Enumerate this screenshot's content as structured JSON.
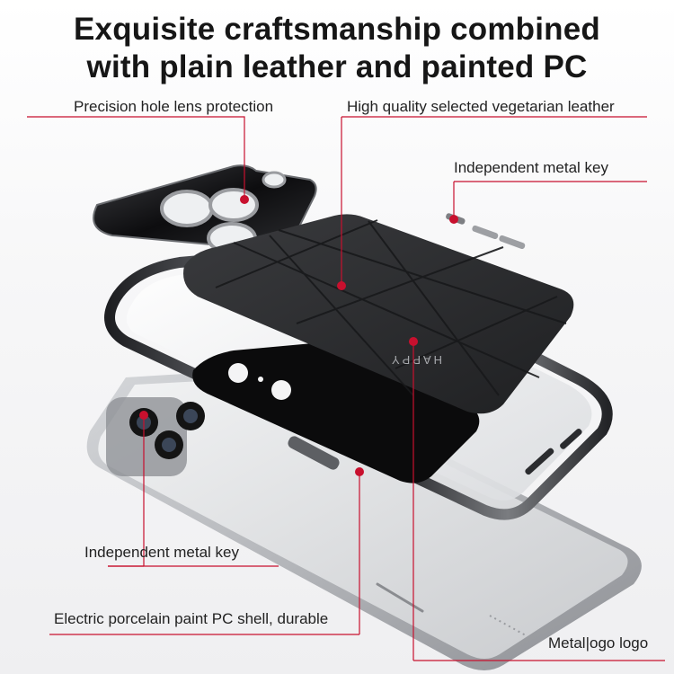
{
  "headline": {
    "line1": "Exquisite craftsmanship combined",
    "line2": "with plain leather and painted PC"
  },
  "callouts": {
    "lens_protection": "Precision hole lens protection",
    "vegetarian_leather": "High quality selected vegetarian leather",
    "metal_key_top": "Independent metal key",
    "metal_key_left": "Independent metal key",
    "pc_shell": "Electric porcelain paint PC shell, durable",
    "metal_logo": "Metal|ogo logo"
  },
  "brand_mark": "HAPPY",
  "colors": {
    "accent": "#c8102e",
    "leather": "#2a2b2d",
    "chrome": "#3a3b3e",
    "phone_body": "#b9bbbe"
  }
}
